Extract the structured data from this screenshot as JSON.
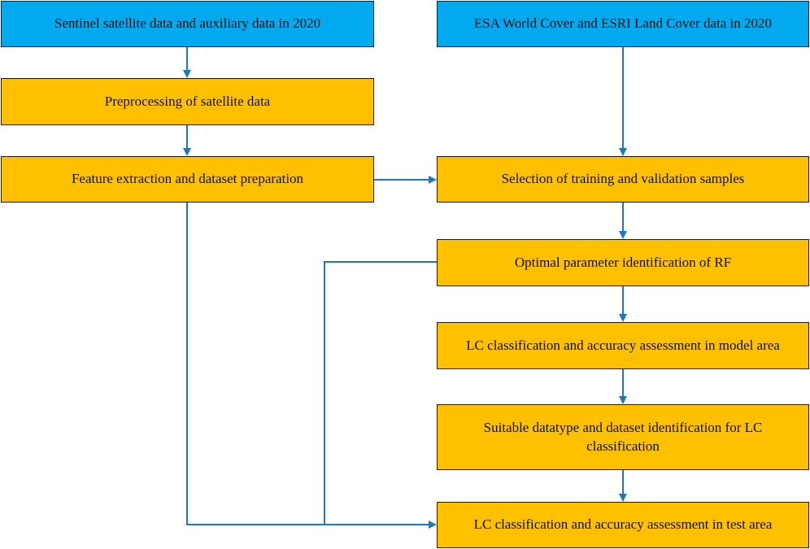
{
  "colors": {
    "input_box": "#03A9EE",
    "process_box": "#FFC000",
    "connector": "#1F77C0",
    "border": "#1a1a1a"
  },
  "left_column": {
    "sentinel_data": "Sentinel satellite data and auxiliary data in 2020",
    "preprocessing": "Preprocessing of satellite data",
    "feature_extraction": "Feature extraction and dataset preparation"
  },
  "right_column": {
    "reference_data": "ESA World Cover and ESRI Land Cover data in 2020",
    "sample_selection": "Selection of training and validation samples",
    "rf_parameters": "Optimal parameter identification of RF",
    "model_area_assessment": "LC classification and accuracy assessment in model area",
    "dataset_identification": "Suitable datatype and dataset identification for LC classification",
    "test_area_assessment": "LC classification and accuracy assessment in test area"
  }
}
